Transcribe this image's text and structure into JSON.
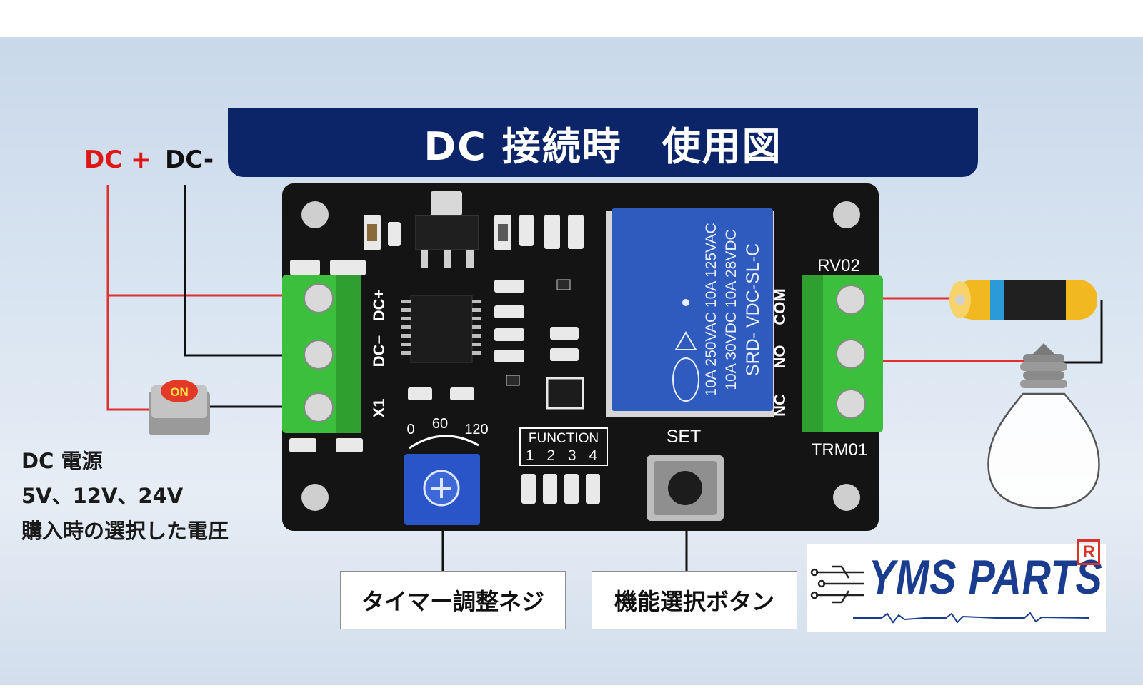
{
  "title": "DC 接続時　使用図",
  "wire_labels": {
    "dc_plus": "DC +",
    "dc_minus": "DC-"
  },
  "power_supply": {
    "line1": "DC 電源",
    "line2": "5V、12V、24V",
    "line3": "購入時の選択した電圧"
  },
  "switch_label": "ON",
  "board": {
    "left_terminal": {
      "top_label": "DC+",
      "bottom_label": "DC−",
      "x_label": "X1"
    },
    "right_terminal": {
      "top_label": "RV02",
      "bottom_label": "TRM01",
      "com": "COM",
      "no": "NO",
      "nc": "NC"
    },
    "relay": {
      "line1": "10A 250VAC 10A 125VAC",
      "line2": "10A 30VDC 10A 28VDC",
      "line3": "SRD- VDC-SL-C"
    },
    "timer_scale": {
      "t0": "0",
      "t60": "60",
      "t120": "120"
    },
    "function_label": "FUNCTION",
    "function_numbers": "1 2 3 4",
    "set_label": "SET"
  },
  "callouts": {
    "timer": "タイマー調整ネジ",
    "function": "機能選択ボタン"
  },
  "logo": {
    "text": "YMS PARTS",
    "reg": "R"
  },
  "colors": {
    "title_bg": "#0c2468",
    "dc_plus": "#e01515",
    "wire_red": "#e03030",
    "wire_black": "#111111",
    "board": "#141414",
    "terminal": "#3cbf3c",
    "relay": "#2f5bbf",
    "logo": "#1a3c8f"
  }
}
